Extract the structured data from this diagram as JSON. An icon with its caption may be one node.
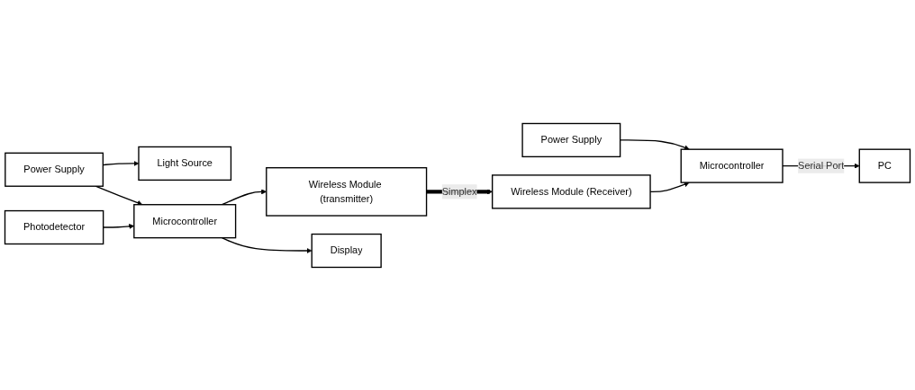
{
  "diagram": {
    "nodes": [
      {
        "text": [
          "Light Source"
        ]
      },
      {
        "text": [
          "Power Supply"
        ]
      },
      {
        "text": [
          "Microcontroller"
        ]
      },
      {
        "text": [
          "Photodetector"
        ]
      },
      {
        "text": [
          "Wireless Module (transmitter)"
        ]
      },
      {
        "text": [
          "Display"
        ]
      },
      {
        "text": [
          "Power Supply"
        ]
      },
      {
        "text": [
          "Wireless Module (Receiver)"
        ]
      },
      {
        "text": [
          "Microcontroller"
        ]
      },
      {
        "text": [
          "PC"
        ]
      }
    ],
    "edges": [
      {
        "from": 1,
        "to": 0,
        "arrow": "to"
      },
      {
        "from": 1,
        "to": 2,
        "arrow": "to"
      },
      {
        "from": 3,
        "to": 2,
        "arrow": "to"
      },
      {
        "from": 2,
        "to": 4,
        "arrow": "to"
      },
      {
        "from": 2,
        "to": 5,
        "arrow": "to"
      },
      {
        "from": 4,
        "to": 7,
        "arrow": "to",
        "label": "Simplex",
        "style": "thick"
      },
      {
        "from": 6,
        "to": 8,
        "arrow": "to"
      },
      {
        "from": 7,
        "to": 8,
        "arrow": "to"
      },
      {
        "from": 8,
        "to": 9,
        "arrow": "to",
        "label": "Serial Port"
      }
    ]
  }
}
